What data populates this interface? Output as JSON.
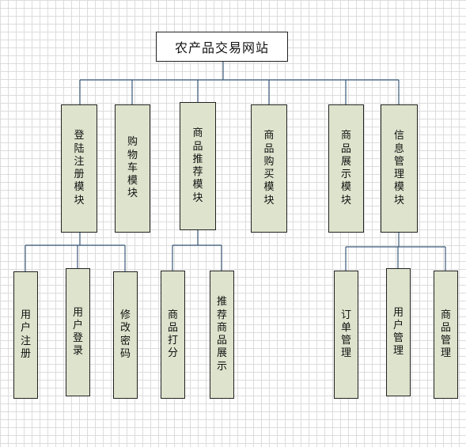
{
  "root": "农产品交易网站",
  "modules": [
    "登陆注册模块",
    "购物车模块",
    "商品推荐模块",
    "商品购买模块",
    "商品展示模块",
    "信息管理模块"
  ],
  "submodules": {
    "login": [
      "用户注册",
      "用户登录",
      "修改密码"
    ],
    "recommend": [
      "商品打分",
      "推荐商品展示"
    ],
    "info": [
      "订单管理",
      "用户管理",
      "商品管理"
    ]
  },
  "colors": {
    "box_fill": "#dde3cc",
    "box_border": "#222222",
    "connector": "#3b5a7a",
    "grid": "#dcdcdc"
  }
}
